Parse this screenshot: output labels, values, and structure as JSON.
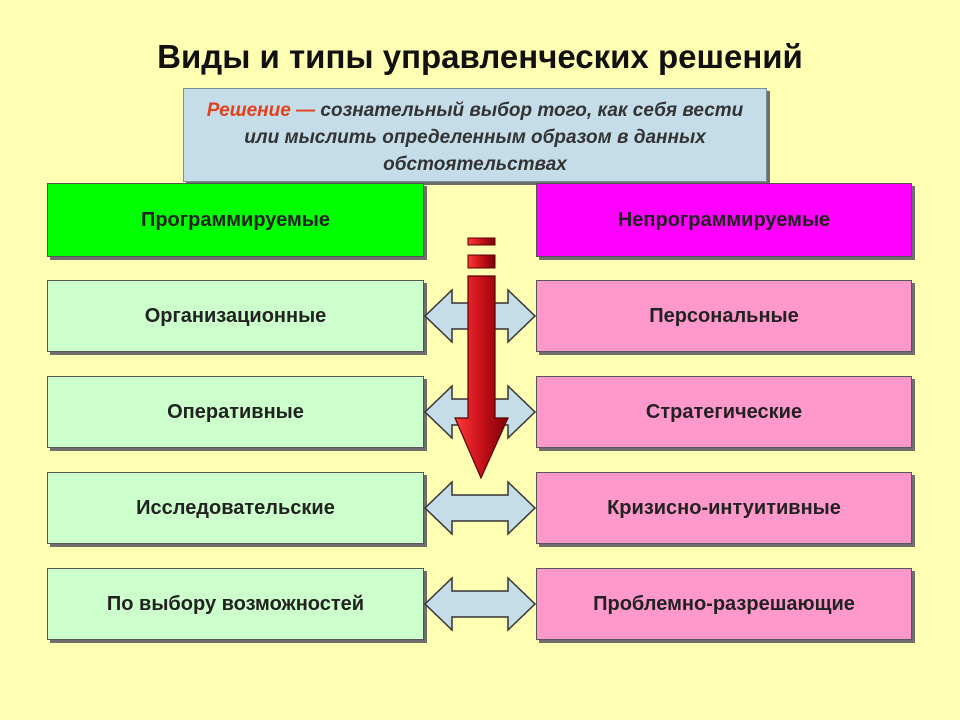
{
  "title": "Виды и типы управленческих решений",
  "definition": {
    "term": "Решение — ",
    "text": "сознательный выбор того, как себя вести или мыслить определенным образом в данных обстоятельствах"
  },
  "columns": {
    "left_header": "Программируемые",
    "right_header": "Непрограммируемые"
  },
  "pairs": [
    {
      "left": "Организационные",
      "right": "Персональные"
    },
    {
      "left": "Оперативные",
      "right": "Стратегические"
    },
    {
      "left": "Исследовательские",
      "right": "Кризисно-интуитивные"
    },
    {
      "left": "По выбору возможностей",
      "right": "Проблемно-разрешающие"
    }
  ],
  "colors": {
    "background": "#ffffb3",
    "left_header": "#00ff00",
    "right_header": "#ff00ff",
    "left_items": "#ccffcc",
    "right_items": "#ff99cc",
    "definition_box": "#c5dde8",
    "definition_term": "#e0401c",
    "double_arrow": "#c5dde8",
    "down_arrow": "#c8101a"
  }
}
